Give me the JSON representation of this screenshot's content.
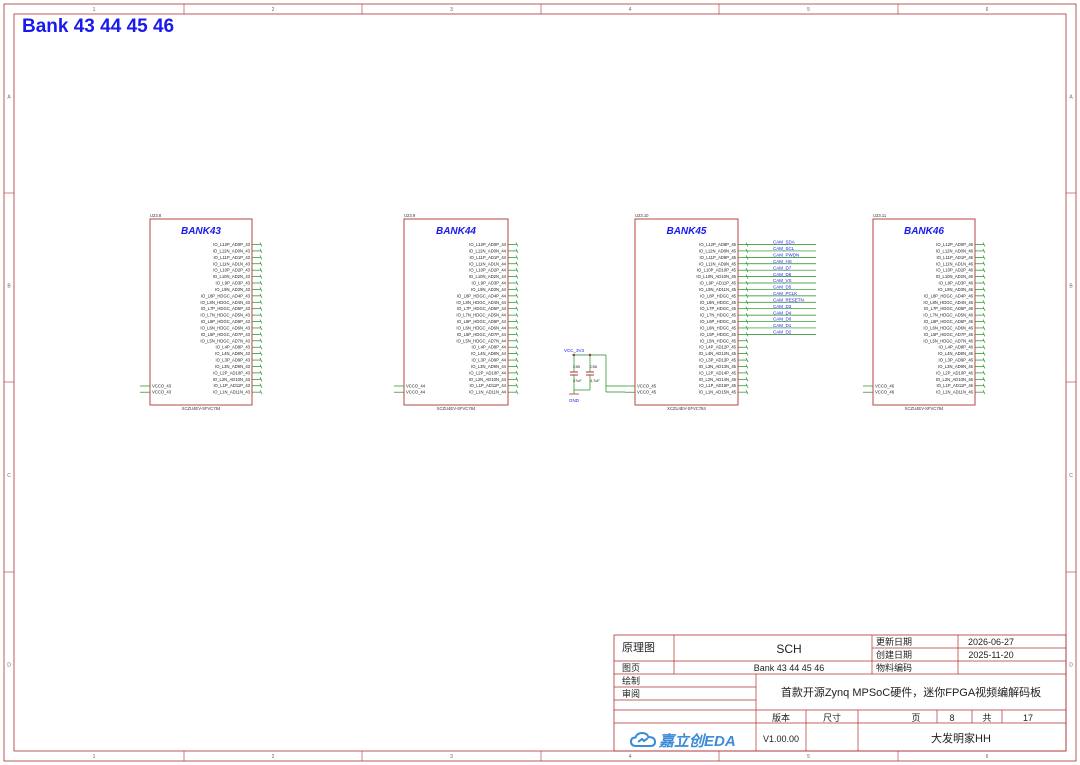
{
  "sheet_title": "Bank 43 44 45 46",
  "grid": {
    "cols": [
      "1",
      "2",
      "3",
      "4",
      "5",
      "6"
    ],
    "rows": [
      "A",
      "B",
      "C",
      "D"
    ]
  },
  "chips": [
    {
      "ref": "U23.8",
      "name": "BANK43",
      "part": "XCZU4EV-SFVC784",
      "pins": [
        "IO_L12P_AD0P_43",
        "IO_L12N_AD0N_43",
        "IO_L11P_AD1P_43",
        "IO_L11N_AD1N_43",
        "IO_L10P_AD2P_43",
        "IO_L10N_AD2N_43",
        "IO_L9P_AD3P_43",
        "IO_L9N_AD3N_43",
        "IO_L8P_HDGC_AD4P_43",
        "IO_L8N_HDGC_AD4N_43",
        "IO_L7P_HDGC_AD5P_43",
        "IO_L7N_HDGC_AD5N_43",
        "IO_L6P_HDGC_AD6P_43",
        "IO_L6N_HDGC_AD6N_43",
        "IO_L5P_HDGC_AD7P_43",
        "IO_L5N_HDGC_AD7N_43",
        "IO_L4P_AD8P_43",
        "IO_L4N_AD8N_43",
        "IO_L3P_AD9P_43",
        "IO_L3N_AD9N_43",
        "IO_L2P_AD10P_43",
        "IO_L2N_AD10N_43",
        "IO_L1P_AD11P_43",
        "IO_L1N_AD11N_43"
      ],
      "vcc": [
        "VCCO_43",
        "VCCO_43"
      ]
    },
    {
      "ref": "U23.9",
      "name": "BANK44",
      "part": "XCZU4EV-SFVC784",
      "pins": [
        "IO_L12P_AD0P_44",
        "IO_L12N_AD0N_44",
        "IO_L11P_AD1P_44",
        "IO_L11N_AD1N_44",
        "IO_L10P_AD2P_44",
        "IO_L10N_AD2N_44",
        "IO_L9P_AD3P_44",
        "IO_L9N_AD3N_44",
        "IO_L8P_HDGC_AD4P_44",
        "IO_L8N_HDGC_AD4N_44",
        "IO_L7P_HDGC_AD5P_44",
        "IO_L7N_HDGC_AD5N_44",
        "IO_L6P_HDGC_AD6P_44",
        "IO_L6N_HDGC_AD6N_44",
        "IO_L5P_HDGC_AD7P_44",
        "IO_L5N_HDGC_AD7N_44",
        "IO_L4P_AD8P_44",
        "IO_L4N_AD8N_44",
        "IO_L3P_AD9P_44",
        "IO_L3N_AD9N_44",
        "IO_L2P_AD10P_44",
        "IO_L2N_AD10N_44",
        "IO_L1P_AD11P_44",
        "IO_L1N_AD11N_44"
      ],
      "vcc": [
        "VCCO_44",
        "VCCO_44"
      ]
    },
    {
      "ref": "U23.10",
      "name": "BANK45",
      "part": "XCZU4EV-SFVC784",
      "pins": [
        "IO_L12P_AD8P_45",
        "IO_L12N_AD8N_45",
        "IO_L11P_AD9P_45",
        "IO_L11N_AD9N_45",
        "IO_L10P_AD10P_45",
        "IO_L10N_AD10N_45",
        "IO_L9P_AD11P_45",
        "IO_L9N_AD11N_45",
        "IO_L8P_HDGC_45",
        "IO_L8N_HDGC_45",
        "IO_L7P_HDGC_45",
        "IO_L7N_HDGC_45",
        "IO_L6P_HDGC_45",
        "IO_L6N_HDGC_45",
        "IO_L5P_HDGC_45",
        "IO_L5N_HDGC_45",
        "IO_L4P_AD12P_45",
        "IO_L4N_AD12N_45",
        "IO_L3P_AD13P_45",
        "IO_L3N_AD13N_45",
        "IO_L2P_AD14P_45",
        "IO_L2N_AD14N_45",
        "IO_L1P_AD15P_45",
        "IO_L1N_AD15N_45"
      ],
      "vcc": [
        "VCCO_45",
        "VCCO_45"
      ],
      "nets": [
        "CAM_SDA",
        "CAM_SCL",
        "CAM_PWDN",
        "CAM_HS",
        "CAM_D7",
        "CAM_D6",
        "CAM_VS",
        "CAM_D5",
        "CAM_PCLK",
        "CAM_RESETN",
        "CAM_D3",
        "CAM_D4",
        "CAM_D0",
        "CAM_D1",
        "CAM_D2"
      ]
    },
    {
      "ref": "U23.11",
      "name": "BANK46",
      "part": "XCZU4EV-SFVC784",
      "pins": [
        "IO_L12P_AD0P_46",
        "IO_L12N_AD0N_46",
        "IO_L11P_AD1P_46",
        "IO_L11N_AD1N_46",
        "IO_L10P_AD2P_46",
        "IO_L10N_AD2N_46",
        "IO_L9P_AD3P_46",
        "IO_L9N_AD3N_46",
        "IO_L8P_HDGC_AD4P_46",
        "IO_L8N_HDGC_AD4N_46",
        "IO_L7P_HDGC_AD5P_46",
        "IO_L7N_HDGC_AD5N_46",
        "IO_L6P_HDGC_AD6P_46",
        "IO_L6N_HDGC_AD6N_46",
        "IO_L5P_HDGC_AD7P_46",
        "IO_L5N_HDGC_AD7N_46",
        "IO_L4P_AD8P_46",
        "IO_L4N_AD8N_46",
        "IO_L3P_AD9P_46",
        "IO_L3N_AD9N_46",
        "IO_L2P_AD10P_46",
        "IO_L2N_AD10N_46",
        "IO_L1P_AD11P_46",
        "IO_L1N_AD11N_46"
      ],
      "vcc": [
        "VCCO_46",
        "VCCO_46"
      ]
    }
  ],
  "power": {
    "vcc_label": "VCC_3V3",
    "gnd_label": "GND",
    "c1_ref": "C55",
    "c1_val": "47uF",
    "c2_ref": "C56",
    "c2_val": "4.7uF"
  },
  "title_block": {
    "row1_label": "原理图",
    "row1_value": "SCH",
    "row2_label": "图页",
    "row2_value": "Bank 43 44 45 46",
    "row3_label": "绘制",
    "row4_label": "审阅",
    "update_label": "更新日期",
    "update_value": "2026-06-27",
    "create_label": "创建日期",
    "create_value": "2025-11-20",
    "material_label": "物料编码",
    "project_title": "首款开源Zynq MPSoC硬件，迷你FPGA视频编解码板",
    "version_label": "版本",
    "size_label": "尺寸",
    "page_label": "页",
    "page_value": "8",
    "total_label": "共",
    "total_value": "17",
    "version_value": "V1.00.00",
    "author": "大发明家HH",
    "logo_text": "嘉立创EDA"
  },
  "colors": {
    "frame": "#b03030",
    "part": "#b03030",
    "net": "#1a8a1a",
    "text": "#1a1aee",
    "logo": "#3d8bd8"
  },
  "icons": {
    "logo": "cloud-logo-icon"
  }
}
